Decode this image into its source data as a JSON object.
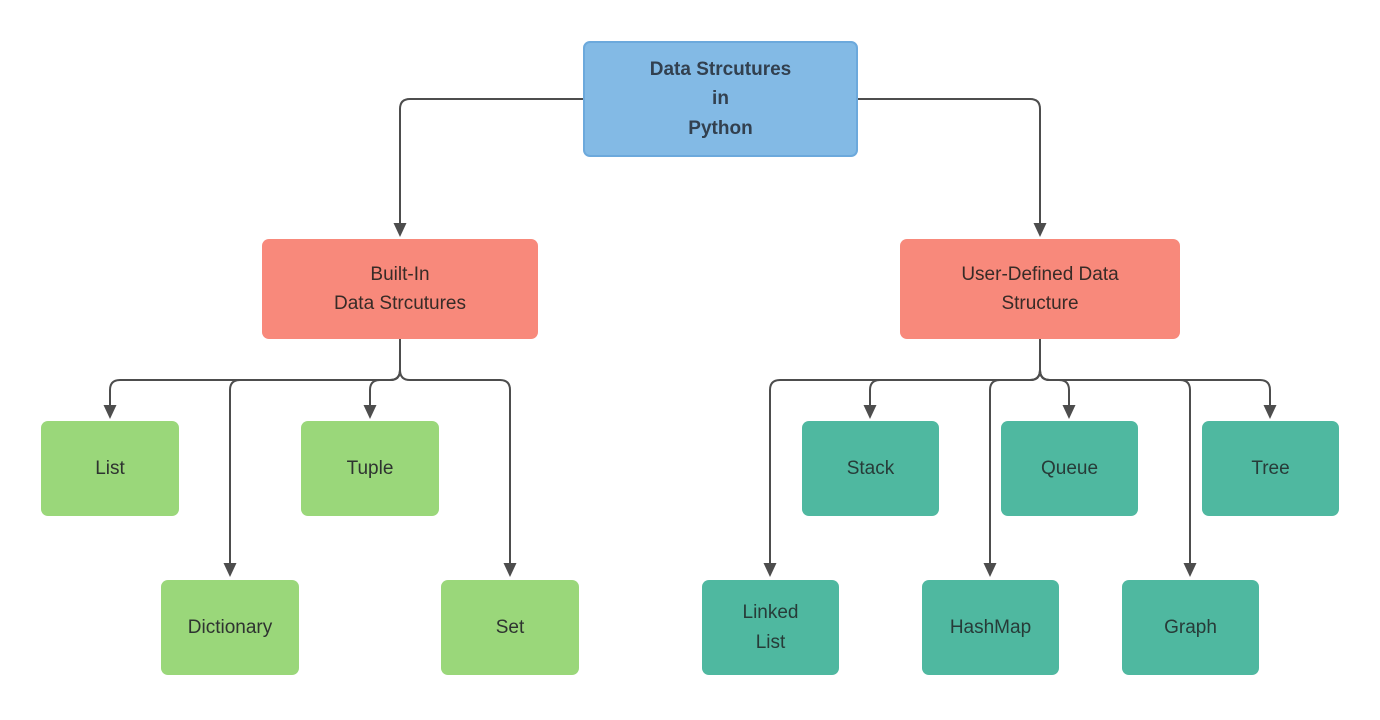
{
  "nodes": {
    "root": {
      "label": "Data Strcutures\nin\nPython"
    },
    "built_in": {
      "label": "Built-In\nData Strcutures"
    },
    "user_defined": {
      "label": "User-Defined Data\nStructure"
    },
    "list": {
      "label": "List"
    },
    "tuple": {
      "label": "Tuple"
    },
    "dictionary": {
      "label": "Dictionary"
    },
    "set": {
      "label": "Set"
    },
    "stack": {
      "label": "Stack"
    },
    "queue": {
      "label": "Queue"
    },
    "tree": {
      "label": "Tree"
    },
    "linked_list": {
      "label": "Linked\nList"
    },
    "hashmap": {
      "label": "HashMap"
    },
    "graph": {
      "label": "Graph"
    }
  },
  "colors": {
    "root_fill": "#83BAE5",
    "root_border": "#6CA9DC",
    "category_fill": "#F8897B",
    "builtin_fill": "#9AD77A",
    "userdefined_fill": "#4FB8A0",
    "connector": "#4D4D4D",
    "root_text": "#32404F",
    "node_text": "#2E3330",
    "background": "#FFFFFF"
  }
}
